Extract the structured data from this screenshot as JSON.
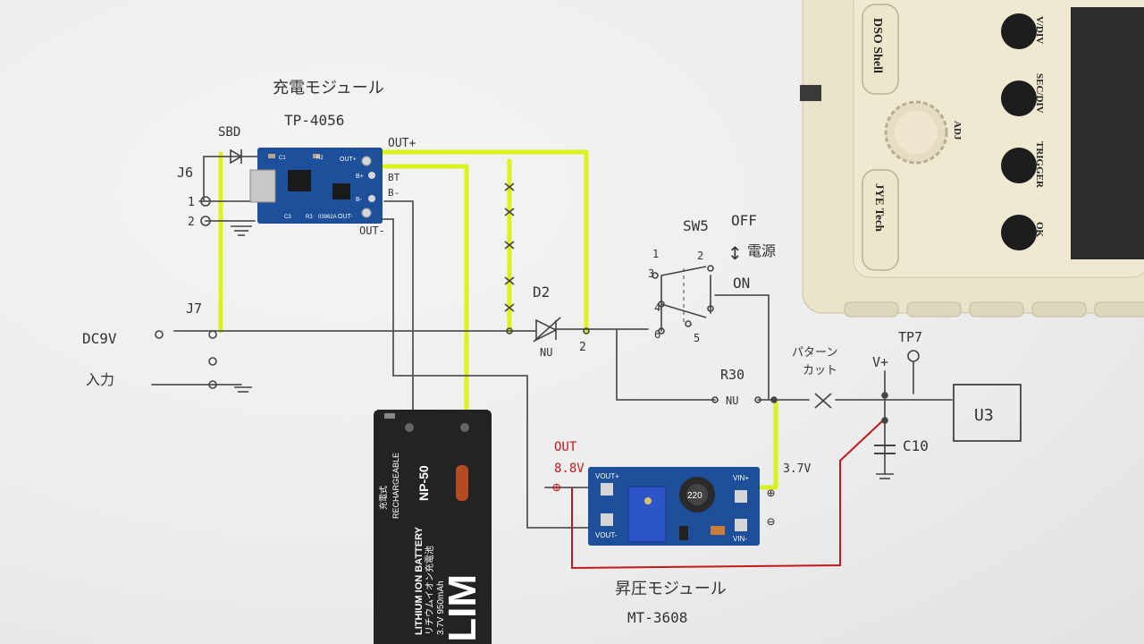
{
  "charge_module": {
    "title": "充電モジュール",
    "part": "TP-4056",
    "pcb_code": "03962A"
  },
  "charge_pins": {
    "out_plus": "OUT+",
    "bt": "BT",
    "b_minus": "B-",
    "out_minus": "OUT-"
  },
  "charge_pcb_labels": {
    "out_plus": "OUT+",
    "out_minus": "OUT-",
    "bat_plus": "B+",
    "bat_minus": "B-",
    "c3": "C3",
    "r3": "R3",
    "r2": "R2",
    "c1": "C1"
  },
  "diode_sbd": "SBD",
  "j6": {
    "label": "J6",
    "pin1": "1",
    "pin2": "2"
  },
  "j7": {
    "label": "J7"
  },
  "dc_input": {
    "line1": "DC9V",
    "line2": "入力"
  },
  "d2": {
    "label": "D2",
    "note": "NU",
    "pin2": "2"
  },
  "sw5": {
    "label": "SW5",
    "off": "OFF",
    "power": "電源",
    "on": "ON",
    "pin1": "1",
    "pin2": "2",
    "pin3": "3",
    "pin4": "4",
    "pin5": "5",
    "pin6": "6"
  },
  "r30": {
    "label": "R30",
    "note": "NU"
  },
  "pattern_cut": {
    "line1": "パターン",
    "line2": "カット"
  },
  "vplus": "V+",
  "tp7": "TP7",
  "u3": "U3",
  "c10": "C10",
  "boost_module": {
    "title": "昇圧モジュール",
    "part": "MT-3608",
    "vout_plus": "VOUT+",
    "vout_minus": "VOUT-",
    "vin_plus": "VIN+",
    "vin_minus": "VIN-",
    "inductor": "220"
  },
  "boost_out": {
    "line1": "OUT",
    "line2": "8.8V"
  },
  "boost_in": "3.7V",
  "battery": {
    "brand": "ILIM",
    "model": "NP-50",
    "type1": "LITHIUM ION BATTERY",
    "type2": "RECHARGEABLE",
    "jp": "リチウムイオン充電池",
    "jp2": "充電式",
    "spec": "3.7V 950mAh"
  },
  "dso": {
    "title": "DSO Shell",
    "brand": "JYE Tech",
    "buttons": [
      "V/DIV",
      "SEC/DIV",
      "TRIGGER",
      "OK"
    ],
    "knob": "ADJ"
  },
  "colors": {
    "highlight": "#d8f20a",
    "red_wire": "#c01a1a",
    "pcb": "#1d4f9a",
    "dso_body": "#e8e3c9"
  }
}
